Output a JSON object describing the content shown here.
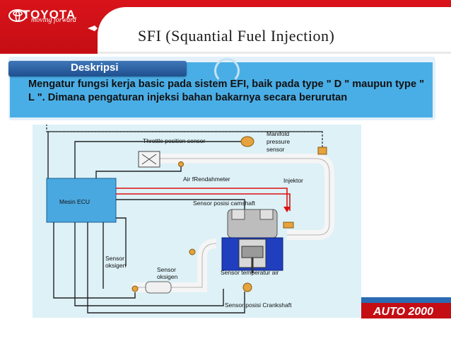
{
  "header": {
    "brand": "TOYOTA",
    "tagline": "moving forward",
    "title": "SFI (Squantial Fuel Injection)"
  },
  "info": {
    "tab_label": "Deskripsi",
    "description": "Mengatur fungsi kerja basic pada sistem EFI, baik pada type \" D \" maupun type \" L \". Dimana pengaturan injeksi bahan bakarnya secara berurutan"
  },
  "diagram": {
    "labels": {
      "throttle": "Throttle position sensor",
      "manifold": "Manifold\npressure\nsensor",
      "manifold_1": "Manifold",
      "manifold_2": "pressure",
      "manifold_3": "sensor",
      "ecu": "Mesin ECU",
      "airflow": "Air fRendahmeter",
      "injector": "Injektor",
      "camshaft": "Sensor posisi camshaft",
      "oxygen1_a": "Sensor",
      "oxygen1_b": "oksigen",
      "oxygen2_a": "Sensor",
      "oxygen2_b": "oksigen",
      "water_temp": "Sensor temperatur air",
      "crank": "Sensor posisi Crankshaft"
    }
  },
  "footer": {
    "logo_text": "AUTO 2000"
  },
  "colors": {
    "toyota_red": "#c40e14",
    "info_blue": "#4aaee6",
    "tab_blue": "#1f4f8f",
    "diagram_bg": "#ddf1f7"
  }
}
